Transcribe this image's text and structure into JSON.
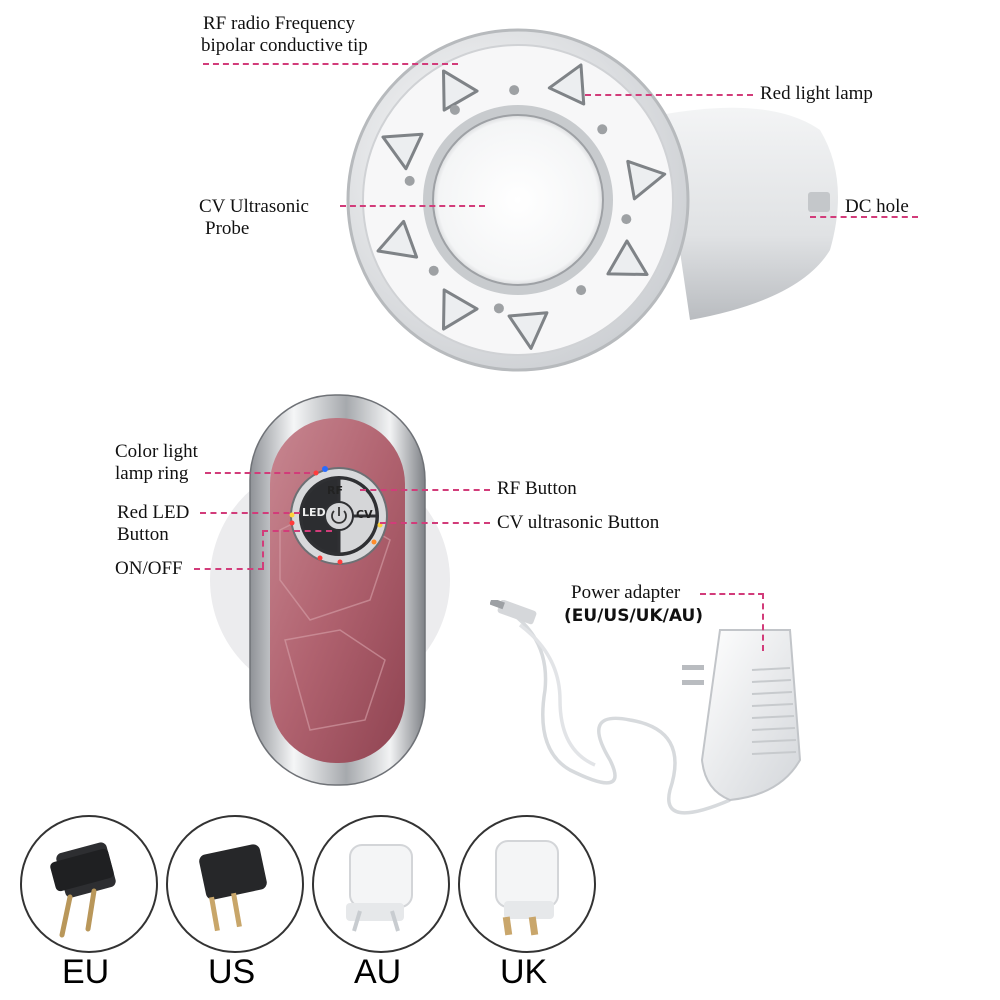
{
  "labels": {
    "rf_tip_line1": "RF radio Frequency",
    "rf_tip_line2": "bipolar conductive tip",
    "red_light_lamp": "Red light lamp",
    "cv_probe_line1": "CV Ultrasonic",
    "cv_probe_line2": "Probe",
    "dc_hole": "DC hole",
    "color_ring_line1": "Color light",
    "color_ring_line2": "lamp ring",
    "red_led_line1": "Red LED",
    "red_led_line2": "Button",
    "on_off": "ON/OFF",
    "rf_button": "RF Button",
    "cv_button": "CV ultrasonic Button",
    "power_adapter": "Power adapter",
    "power_adapter_types": "(EU/US/UK/AU)"
  },
  "button_marks": {
    "rf": "RF",
    "led": "LED",
    "cv": "CV"
  },
  "plugs": [
    {
      "label": "EU"
    },
    {
      "label": "US"
    },
    {
      "label": "AU"
    },
    {
      "label": "UK"
    }
  ],
  "colors": {
    "accent": "#d23c7a",
    "device_pink": "#b86f7a",
    "silver": "#d9dbde"
  }
}
